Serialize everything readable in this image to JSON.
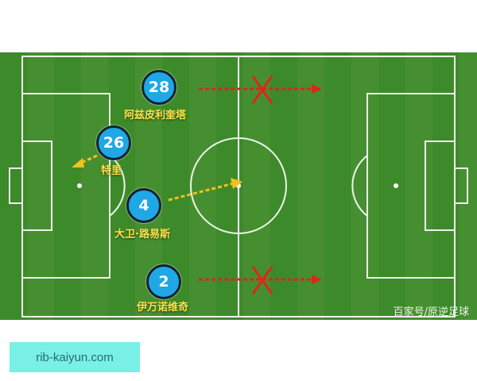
{
  "players": [
    {
      "number": "28",
      "name": "阿兹皮利奎塔"
    },
    {
      "number": "26",
      "name": "特里"
    },
    {
      "number": "4",
      "name": "大卫·路易斯"
    },
    {
      "number": "2",
      "name": "伊万诺维奇"
    }
  ],
  "watermark": "百家号/原逆足球",
  "banner": {
    "text": "rib-kaiyun.com"
  },
  "colors": {
    "grass": "#3d8a2a",
    "player": "#1fa7e6",
    "name": "#ffe24a",
    "arrow_yellow": "#f2c21b",
    "arrow_red": "#e0241b",
    "banner": "#78f0e6"
  }
}
